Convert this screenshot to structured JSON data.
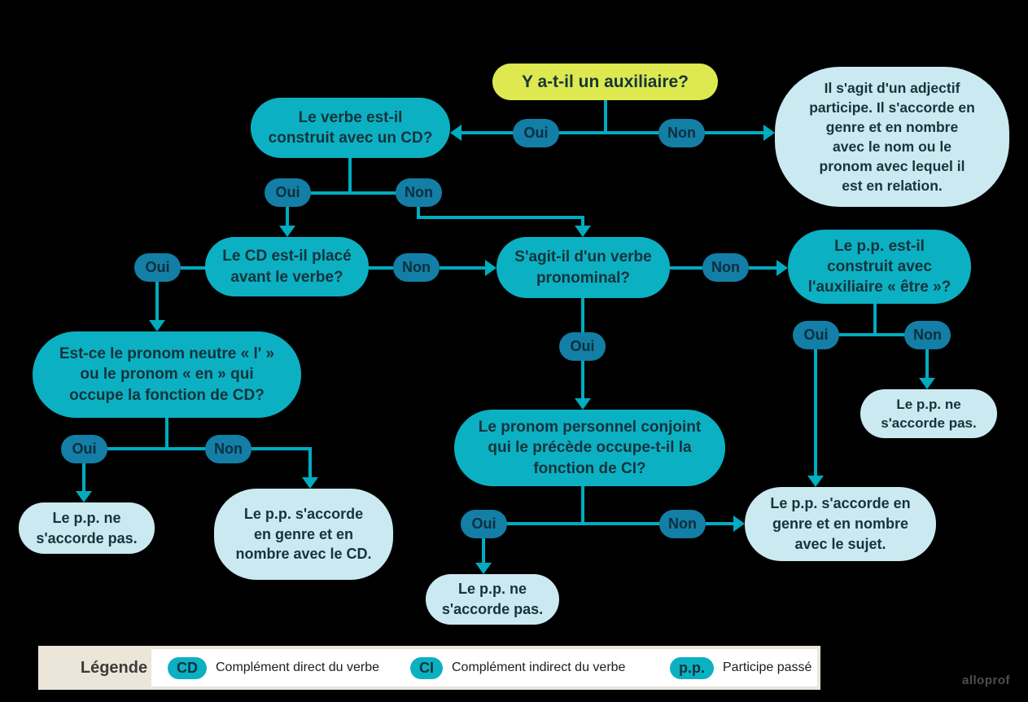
{
  "flowchart": {
    "labels": {
      "oui": "Oui",
      "non": "Non"
    },
    "start": "Y a-t-il un auxiliaire?",
    "nodes": {
      "adjectif_participe": "Il s'agit d'un adjectif\nparticipe. Il s'accorde en\ngenre et en nombre\navec le nom ou le\npronom avec lequel il\nest en relation.",
      "verbe_cd": "Le verbe est-il\nconstruit avec un CD?",
      "cd_place": "Le CD est-il placé\navant le verbe?",
      "pronom_neutre": "Est-ce le pronom neutre « l' »\nou le pronom « en » qui\noccupe la fonction de CD?",
      "verbe_pronominal": "S'agit-il d'un verbe\npronominal?",
      "pronom_personnel_ci": "Le pronom personnel conjoint\nqui le précède occupe-t-il la\nfonction de CI?",
      "aux_etre": "Le p.p. est-il\nconstruit avec\nl'auxiliaire « être »?",
      "pas_accord_gauche": "Le p.p. ne\ns'accorde pas.",
      "accord_cd": "Le p.p. s'accorde\nen genre et en\nnombre avec le CD.",
      "pas_accord_centre": "Le p.p. ne\ns'accorde pas.",
      "accord_sujet": "Le p.p. s'accorde en\ngenre et en nombre\navec le sujet.",
      "pas_accord_droite": "Le p.p. ne\ns'accorde pas."
    }
  },
  "legend": {
    "title": "Légende",
    "items": [
      {
        "abbr": "CD",
        "label": "Complément direct du verbe"
      },
      {
        "abbr": "CI",
        "label": "Complément indirect du verbe"
      },
      {
        "abbr": "p.p.",
        "label": "Participe passé"
      }
    ]
  },
  "watermark": "alloprof",
  "colors": {
    "question_box": "#0cb0c3",
    "answer_bubble": "#cbe9f0",
    "pill": "#137ea6",
    "start_box": "#dde94e",
    "connector": "#00acbf",
    "background": "#000000",
    "legend_panel": "#ebe5da"
  }
}
